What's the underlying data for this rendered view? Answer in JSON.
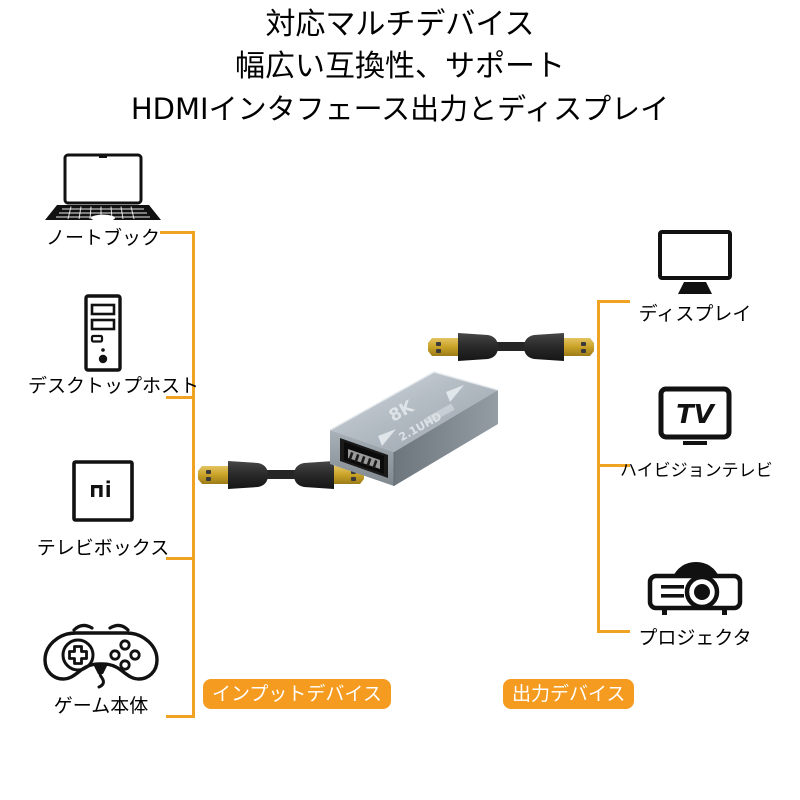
{
  "title": {
    "line1": "対応マルチデバイス",
    "line2": "幅広い互換性、サポート",
    "line3": "HDMIインタフェース出力とディスプレイ"
  },
  "colors": {
    "connector_orange": "#F0A323",
    "badge_orange": "#F49B20",
    "icon_black": "#111111",
    "adapter_body": "#A8B0B8",
    "cable_black": "#2B2B2B",
    "connector_gold": "#C9A227",
    "background": "#FFFFFF"
  },
  "input_section": {
    "badge_label": "インプットデバイス",
    "devices": [
      {
        "icon": "laptop-icon",
        "label": "ノートブック"
      },
      {
        "icon": "desktop-tower-icon",
        "label": "デスクトップホスト"
      },
      {
        "icon": "tv-box-icon",
        "label": "テレビボックス",
        "brand_mark": "mi"
      },
      {
        "icon": "game-controller-icon",
        "label": "ゲーム本体"
      }
    ]
  },
  "output_section": {
    "badge_label": "出力デバイス",
    "devices": [
      {
        "icon": "monitor-icon",
        "label": "ディスプレイ"
      },
      {
        "icon": "television-icon",
        "label": "ハイビジョンテレビ",
        "screen_text": "TV"
      },
      {
        "icon": "projector-icon",
        "label": "プロジェクタ"
      }
    ]
  },
  "adapter": {
    "name": "hdmi-female-to-female-adapter",
    "marking_primary": "8K",
    "marking_secondary": "2.1UHD"
  },
  "cables": {
    "input_cable_name": "hdmi-cable-input",
    "output_cable_name": "hdmi-cable-output"
  }
}
